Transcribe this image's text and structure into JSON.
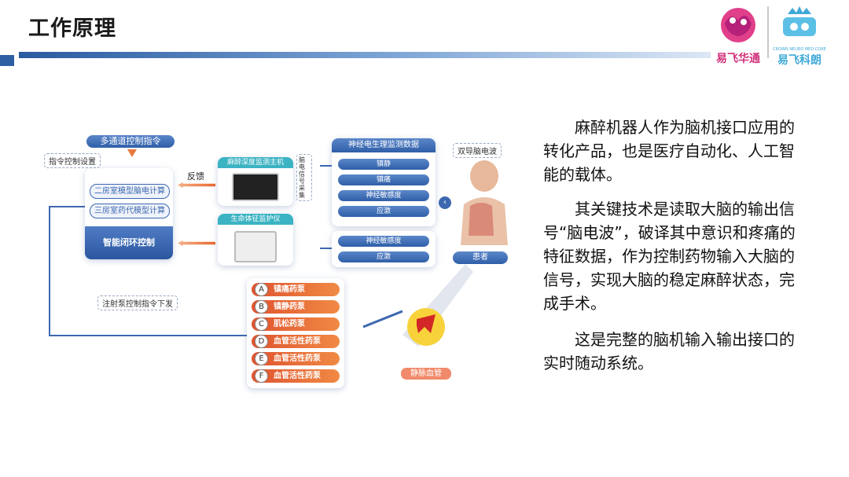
{
  "header": {
    "title": "工作原理",
    "logo_left_text": "易飞华通",
    "logo_right_text": "易飞科朗",
    "logo_right_small": "CROWN NEURO MED CORE"
  },
  "diagram": {
    "multi_channel": "多通道控制指令",
    "instr_setting": "指令控制设置",
    "two_room_eeg": "二房室模型脑电计算",
    "three_room_drug": "三房室药代模型计算",
    "closed_loop": "智能闭环控制",
    "feedback": "反馈",
    "anesthesia_monitor": "麻醉深度监测主机",
    "eeg_collect": "脑电信号采集",
    "vital_monitor": "生命体征监护仪",
    "neuro_title": "神经电生理监测数据",
    "neuro_items": [
      "镇静",
      "镇痛",
      "神经敏感度",
      "应激"
    ],
    "vital_items": [
      "神经敏感度",
      "应激"
    ],
    "dual_eeg": "双导脑电波",
    "patient": "患者",
    "inject_cmd": "注射泵控制指令下发",
    "pumps": [
      {
        "letter": "A",
        "label": "镇痛药泵"
      },
      {
        "letter": "B",
        "label": "镇静药泵"
      },
      {
        "letter": "C",
        "label": "肌松药泵"
      },
      {
        "letter": "D",
        "label": "血管活性药泵"
      },
      {
        "letter": "E",
        "label": "血管活性药泵"
      },
      {
        "letter": "F",
        "label": "血管活性药泵"
      }
    ],
    "vein": "静脉血管"
  },
  "text": {
    "p1": "麻醉机器人作为脑机接口应用的转化产品，也是医疗自动化、人工智能的载体。",
    "p2": "其关键技术是读取大脑的输出信号“脑电波”，破译其中意识和疼痛的特征数据，作为控制药物输入大脑的信号，实现大脑的稳定麻醉状态，完成手术。",
    "p3": "这是完整的脑机输入输出接口的实时随动系统。"
  },
  "colors": {
    "accent": "#2e5fa3",
    "pump": "#e9673a",
    "logo": "#d0307a"
  }
}
